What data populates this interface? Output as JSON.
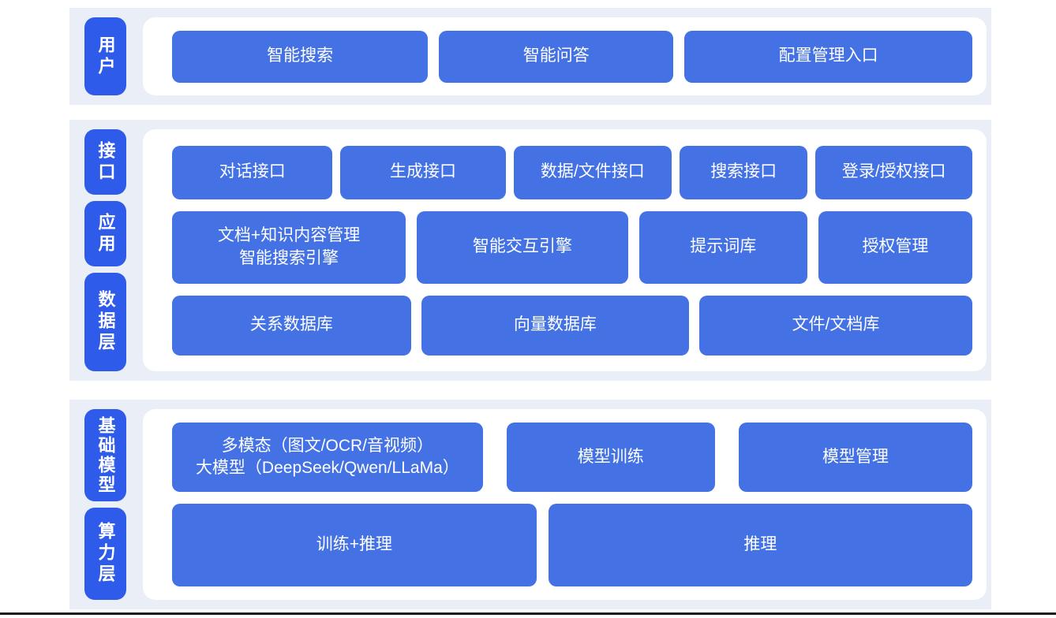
{
  "colors": {
    "node_blue": "#4472E4",
    "label_blue": "#2F5BEB",
    "band_bg": "#E9EEF7",
    "panel_bg": "#FFFFFF",
    "node_text": "#FFFFFF",
    "bottom_line": "#16181C"
  },
  "sections": [
    {
      "labels": [
        "用户"
      ],
      "rows": [
        [
          "智能搜索",
          "智能问答",
          "配置管理入口"
        ]
      ]
    },
    {
      "labels": [
        "接口",
        "应用",
        "数据层"
      ],
      "rows": [
        [
          "对话接口",
          "生成接口",
          "数据/文件接口",
          "搜索接口",
          "登录/授权接口"
        ],
        [
          "文档+知识内容管理\n智能搜索引擎",
          "智能交互引擎",
          "提示词库",
          "授权管理"
        ],
        [
          "关系数据库",
          "向量数据库",
          "文件/文档库"
        ]
      ]
    },
    {
      "labels": [
        "基础模型",
        "算力层"
      ],
      "rows": [
        [
          "多模态（图文/OCR/音视频）\n大模型（DeepSeek/Qwen/LLaMa）",
          "模型训练",
          "模型管理"
        ],
        [
          "训练+推理",
          "推理"
        ]
      ]
    }
  ]
}
